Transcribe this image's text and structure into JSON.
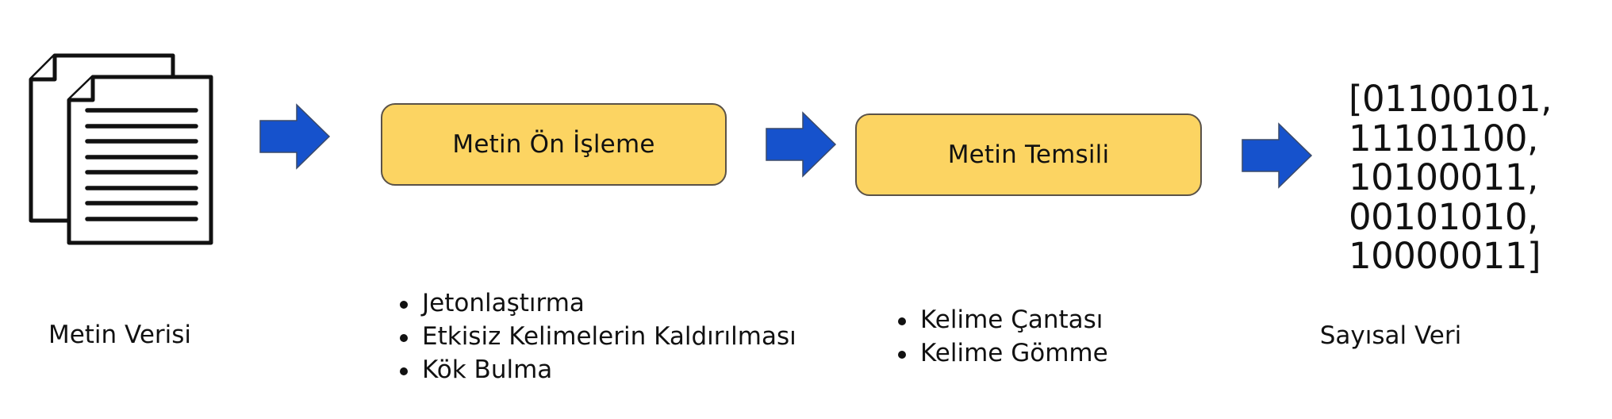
{
  "diagram": {
    "title": "Text to numeric data pipeline",
    "colors": {
      "arrow_fill": "#1652cc",
      "arrow_stroke": "#3a4a6a",
      "box_fill": "#fcd462",
      "box_border": "#5a5248",
      "text": "#111111",
      "background": "#ffffff"
    },
    "input": {
      "icon": "document-stack-icon",
      "label": "Metin Verisi"
    },
    "stages": [
      {
        "title": "Metin Ön İşleme",
        "bullets": [
          "Jetonlaştırma",
          "Etkisiz Kelimelerin Kaldırılması",
          "Kök Bulma"
        ]
      },
      {
        "title": "Metin Temsili",
        "bullets": [
          "Kelime Çantası",
          "Kelime Gömme"
        ]
      }
    ],
    "output": {
      "binary_lines": [
        "[01100101,",
        "11101100,",
        "10100011,",
        "00101010,",
        "10000011]"
      ],
      "label": "Sayısal Veri"
    },
    "arrows": [
      {
        "icon": "arrow-right-icon"
      },
      {
        "icon": "arrow-right-icon"
      },
      {
        "icon": "arrow-right-icon"
      }
    ]
  }
}
